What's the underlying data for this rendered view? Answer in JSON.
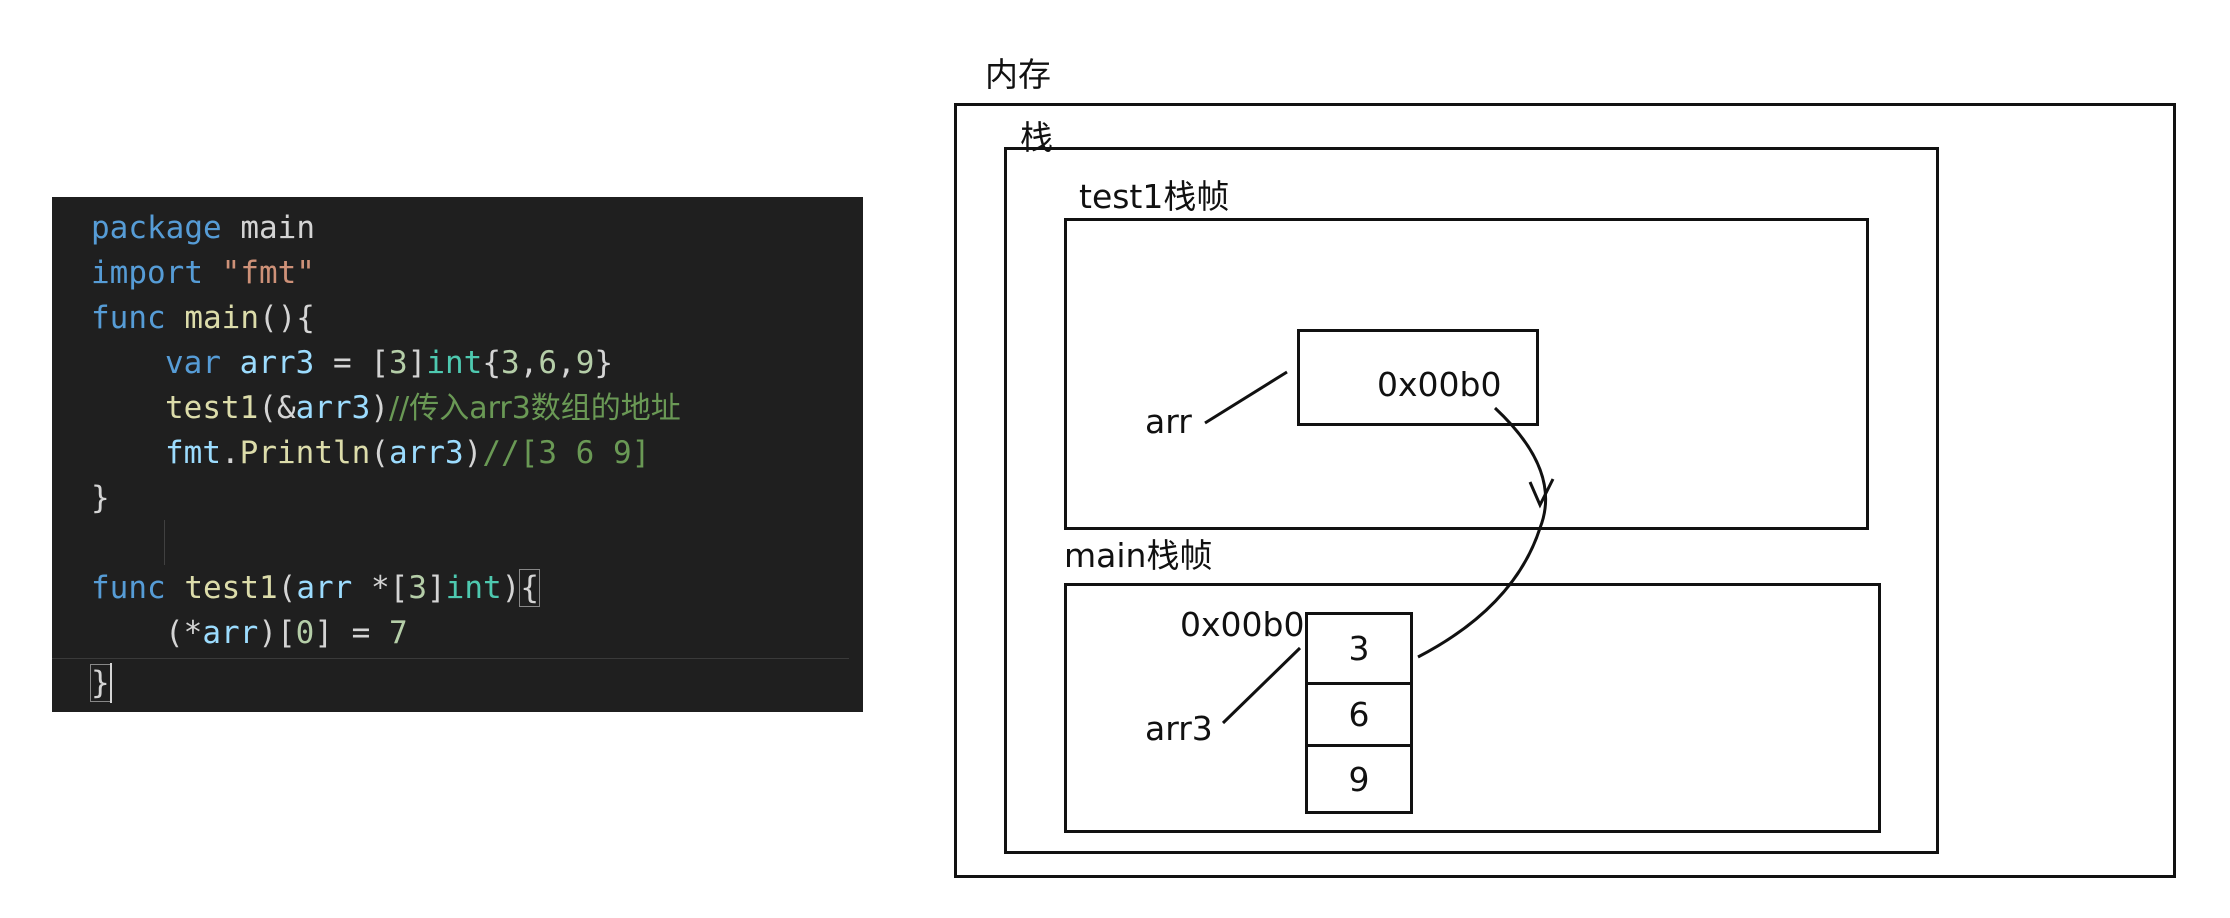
{
  "code": {
    "lines": {
      "l1": {
        "kw": "package",
        "name": "main"
      },
      "l2": {
        "kw": "import",
        "str": "\"fmt\""
      },
      "l3": {
        "kw": "func",
        "fn": "main",
        "rest": "(){"
      },
      "l4": {
        "kw": "var",
        "var": "arr3",
        "eq": " = [",
        "size": "3",
        "close": "]",
        "type": "int",
        "open": "{",
        "n1": "3",
        "c1": ",",
        "n2": "6",
        "c2": ",",
        "n3": "9",
        "end": "}"
      },
      "l5": {
        "fn": "test1",
        "args": "(&",
        "var": "arr3",
        "close": ")",
        "comment": "//传入arr3数组的地址"
      },
      "l6": {
        "pkg": "fmt",
        "dot": ".",
        "fn": "Println",
        "open": "(",
        "var": "arr3",
        "close": ")",
        "comment": "//[3 6 9]"
      },
      "l7": {
        "text": "}"
      },
      "l9": {
        "kw": "func",
        "fn": "test1",
        "open": "(",
        "var": "arr",
        "ptr": " *[",
        "size": "3",
        "close": "]",
        "type": "int",
        "end": ")",
        "brace": "{"
      },
      "l10": {
        "open": "(*",
        "var": "arr",
        "close": ")[",
        "idx": "0",
        "rest": "] = ",
        "val": "7"
      },
      "l11": {
        "text": "}"
      }
    }
  },
  "diagram": {
    "memory_label": "内存",
    "stack_label": "栈",
    "test1_frame": {
      "label": "test1栈帧",
      "var_name": "arr",
      "value": "0x00b0"
    },
    "main_frame": {
      "label": "main栈帧",
      "var_name": "arr3",
      "address": "0x00b0",
      "cells": [
        "3",
        "6",
        "9"
      ]
    }
  }
}
